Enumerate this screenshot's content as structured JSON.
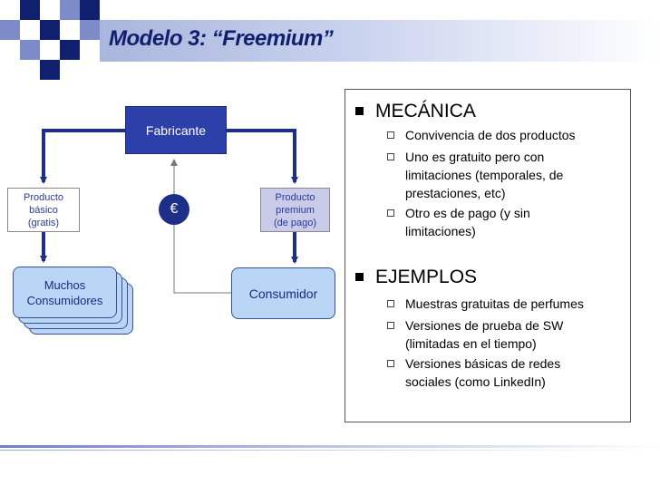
{
  "header": {
    "title": "Modelo 3: “Freemium”"
  },
  "diagram": {
    "fabricante": "Fabricante",
    "producto_basico": [
      "Producto",
      "básico",
      "(gratis)"
    ],
    "producto_premium": [
      "Producto",
      "premium",
      "(de pago)"
    ],
    "euro": "€",
    "consumidor": "Consumidor",
    "muchos_consumidores": [
      "Muchos",
      "Consumidores"
    ]
  },
  "panel": {
    "sections": [
      {
        "heading": "MECÁNICA",
        "items": [
          [
            "Convivencia de dos productos"
          ],
          [
            "Uno es gratuito pero con",
            "limitaciones (temporales, de",
            "prestaciones, etc)"
          ],
          [
            "Otro es de pago (y sin",
            "limitaciones)"
          ]
        ]
      },
      {
        "heading": "EJEMPLOS",
        "items": [
          [
            "Muestras gratuitas de perfumes"
          ],
          [
            "Versiones de prueba de SW",
            "(limitadas en el tiempo)"
          ],
          [
            "Versiones básicas de redes",
            "sociales (como LinkedIn)"
          ]
        ]
      }
    ]
  },
  "colors": {
    "navy": "#1d2f86",
    "title": "#10206e",
    "node_light": "#b9d6f7",
    "premium_fill": "#c9cbe9"
  }
}
